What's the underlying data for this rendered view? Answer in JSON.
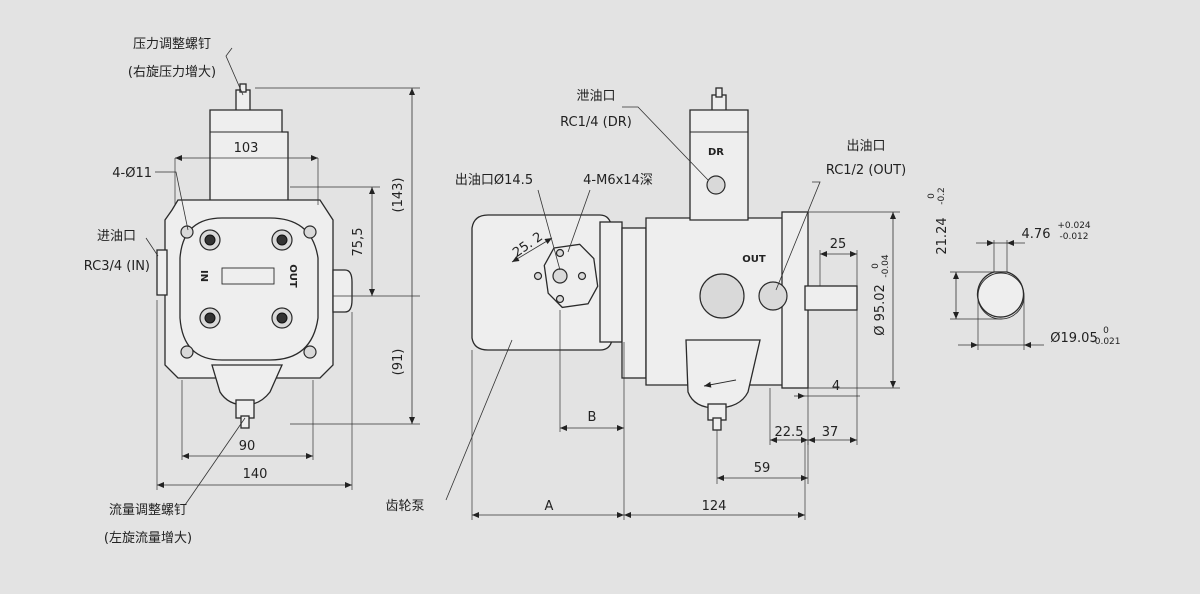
{
  "labels": {
    "pressure_screw_name": "压力调整螺钉",
    "pressure_screw_note": "(右旋压力增大)",
    "flow_screw_name": "流量调整螺钉",
    "flow_screw_note": "(左旋流量增大)",
    "inlet_name": "进油口",
    "inlet_spec": "RC3/4 (IN)",
    "drain_name": "泄油口",
    "drain_spec": "RC1/4 (DR)",
    "outlet_name": "出油口",
    "outlet_spec": "RC1/2 (OUT)",
    "gear_outlet": "出油口Ø14.5",
    "gear_threads": "4-M6x14深",
    "gear_pump": "齿轮泵",
    "mount_holes": "4-Ø11"
  },
  "body_marks": {
    "in": "IN",
    "out": "OUT",
    "dr": "DR",
    "out_side": "OUT"
  },
  "dimensions": {
    "top_width": "103",
    "height_total": "(143)",
    "center_height": "75,5",
    "lower_height": "(91)",
    "foot_width": "90",
    "base_width": "140",
    "gear_pitch": "25. 2",
    "gear_a": "A",
    "gear_b": "B",
    "length_124": "124",
    "length_59": "59",
    "shaft_len": "25",
    "flange_4": "4",
    "length_22_5": "22.5",
    "length_37": "37",
    "pilot_dia": "Ø 95.02",
    "pilot_tol_up": "0",
    "pilot_tol_low": "-0.04",
    "key_height": "21.24",
    "key_h_tol_up": "0",
    "key_h_tol_low": "-0.2",
    "key_width": "4.76",
    "key_w_tol_up": "+0.024",
    "key_w_tol_low": "-0.012",
    "shaft_dia": "Ø19.05",
    "shaft_tol_up": "0",
    "shaft_tol_low": "-0.021"
  }
}
